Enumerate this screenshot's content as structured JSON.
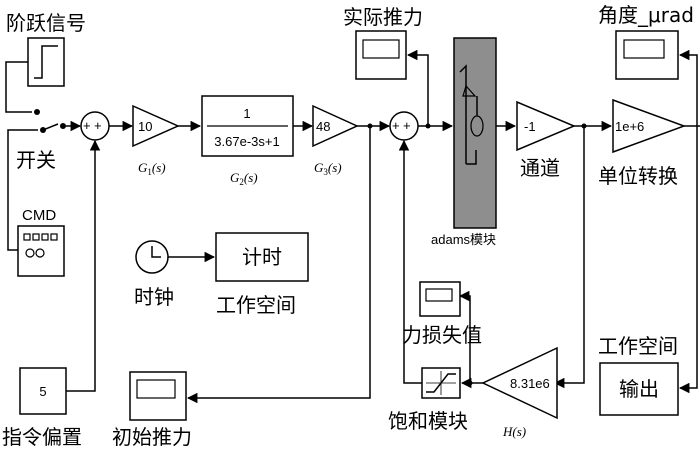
{
  "labels": {
    "step_signal": "阶跃信号",
    "switch": "开关",
    "cmd": "CMD",
    "command_offset_value": "5",
    "command_offset": "指令偏置",
    "clock": "时钟",
    "timer": "计时",
    "workspace": "工作空间",
    "initial_thrust": "初始推力",
    "actual_thrust": "实际推力",
    "adams": "adams模块",
    "channel": "通道",
    "force_loss": "力损失值",
    "saturation": "饱和模块",
    "angle": "角度_μrad",
    "unit_convert": "单位转换",
    "workspace2": "工作空间",
    "output": "输出"
  },
  "gains": {
    "g1": "10",
    "g2_num": "1",
    "g2_den": "3.67e-3s+1",
    "g3": "48",
    "channel": "-1",
    "unit": "1e+6",
    "h": "8.31e6"
  },
  "tf_labels": {
    "g1": "G",
    "g1_sub": "1",
    "g1_tail": "(s)",
    "g2": "G",
    "g2_sub": "2",
    "g2_tail": "(s)",
    "g3": "G",
    "g3_sub": "3",
    "g3_tail": "(s)",
    "h": "H(s)"
  },
  "sum_signs": {
    "sum1_a": "+",
    "sum1_b": "+",
    "sum2_a": "+",
    "sum2_b": "+"
  }
}
